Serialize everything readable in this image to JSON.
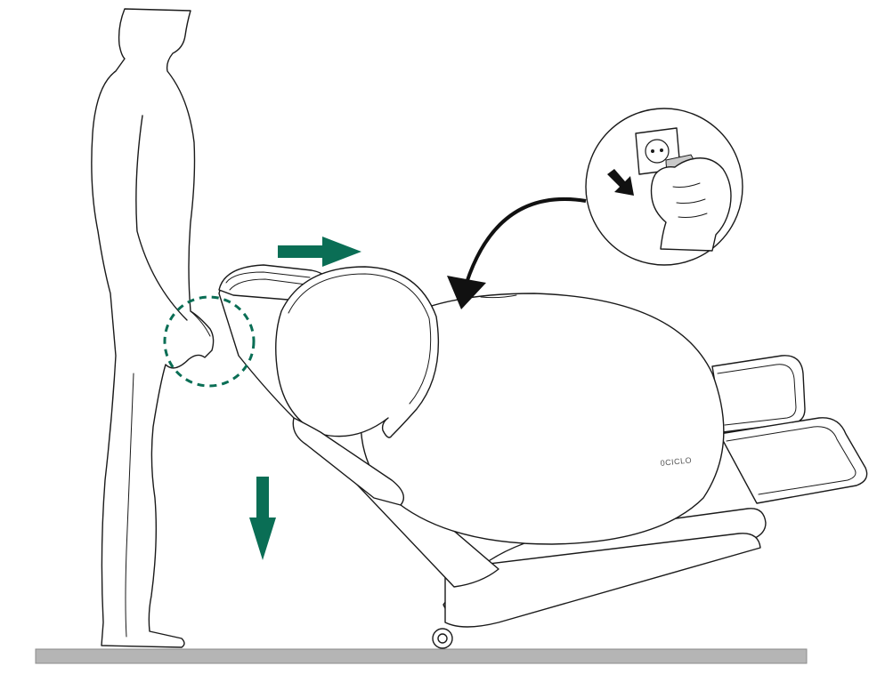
{
  "diagram": {
    "chair_logo": "0CICLO",
    "colors": {
      "outline": "#1a1a1a",
      "accent_green": "#0a6e55",
      "floor": "#b5b5b5",
      "background": "#ffffff"
    },
    "icons": [
      "person-figure",
      "massage-chair",
      "push-right-arrow",
      "push-down-arrow",
      "curved-pointer-arrow",
      "unplug-socket-icon",
      "grip-highlight-circle"
    ]
  }
}
